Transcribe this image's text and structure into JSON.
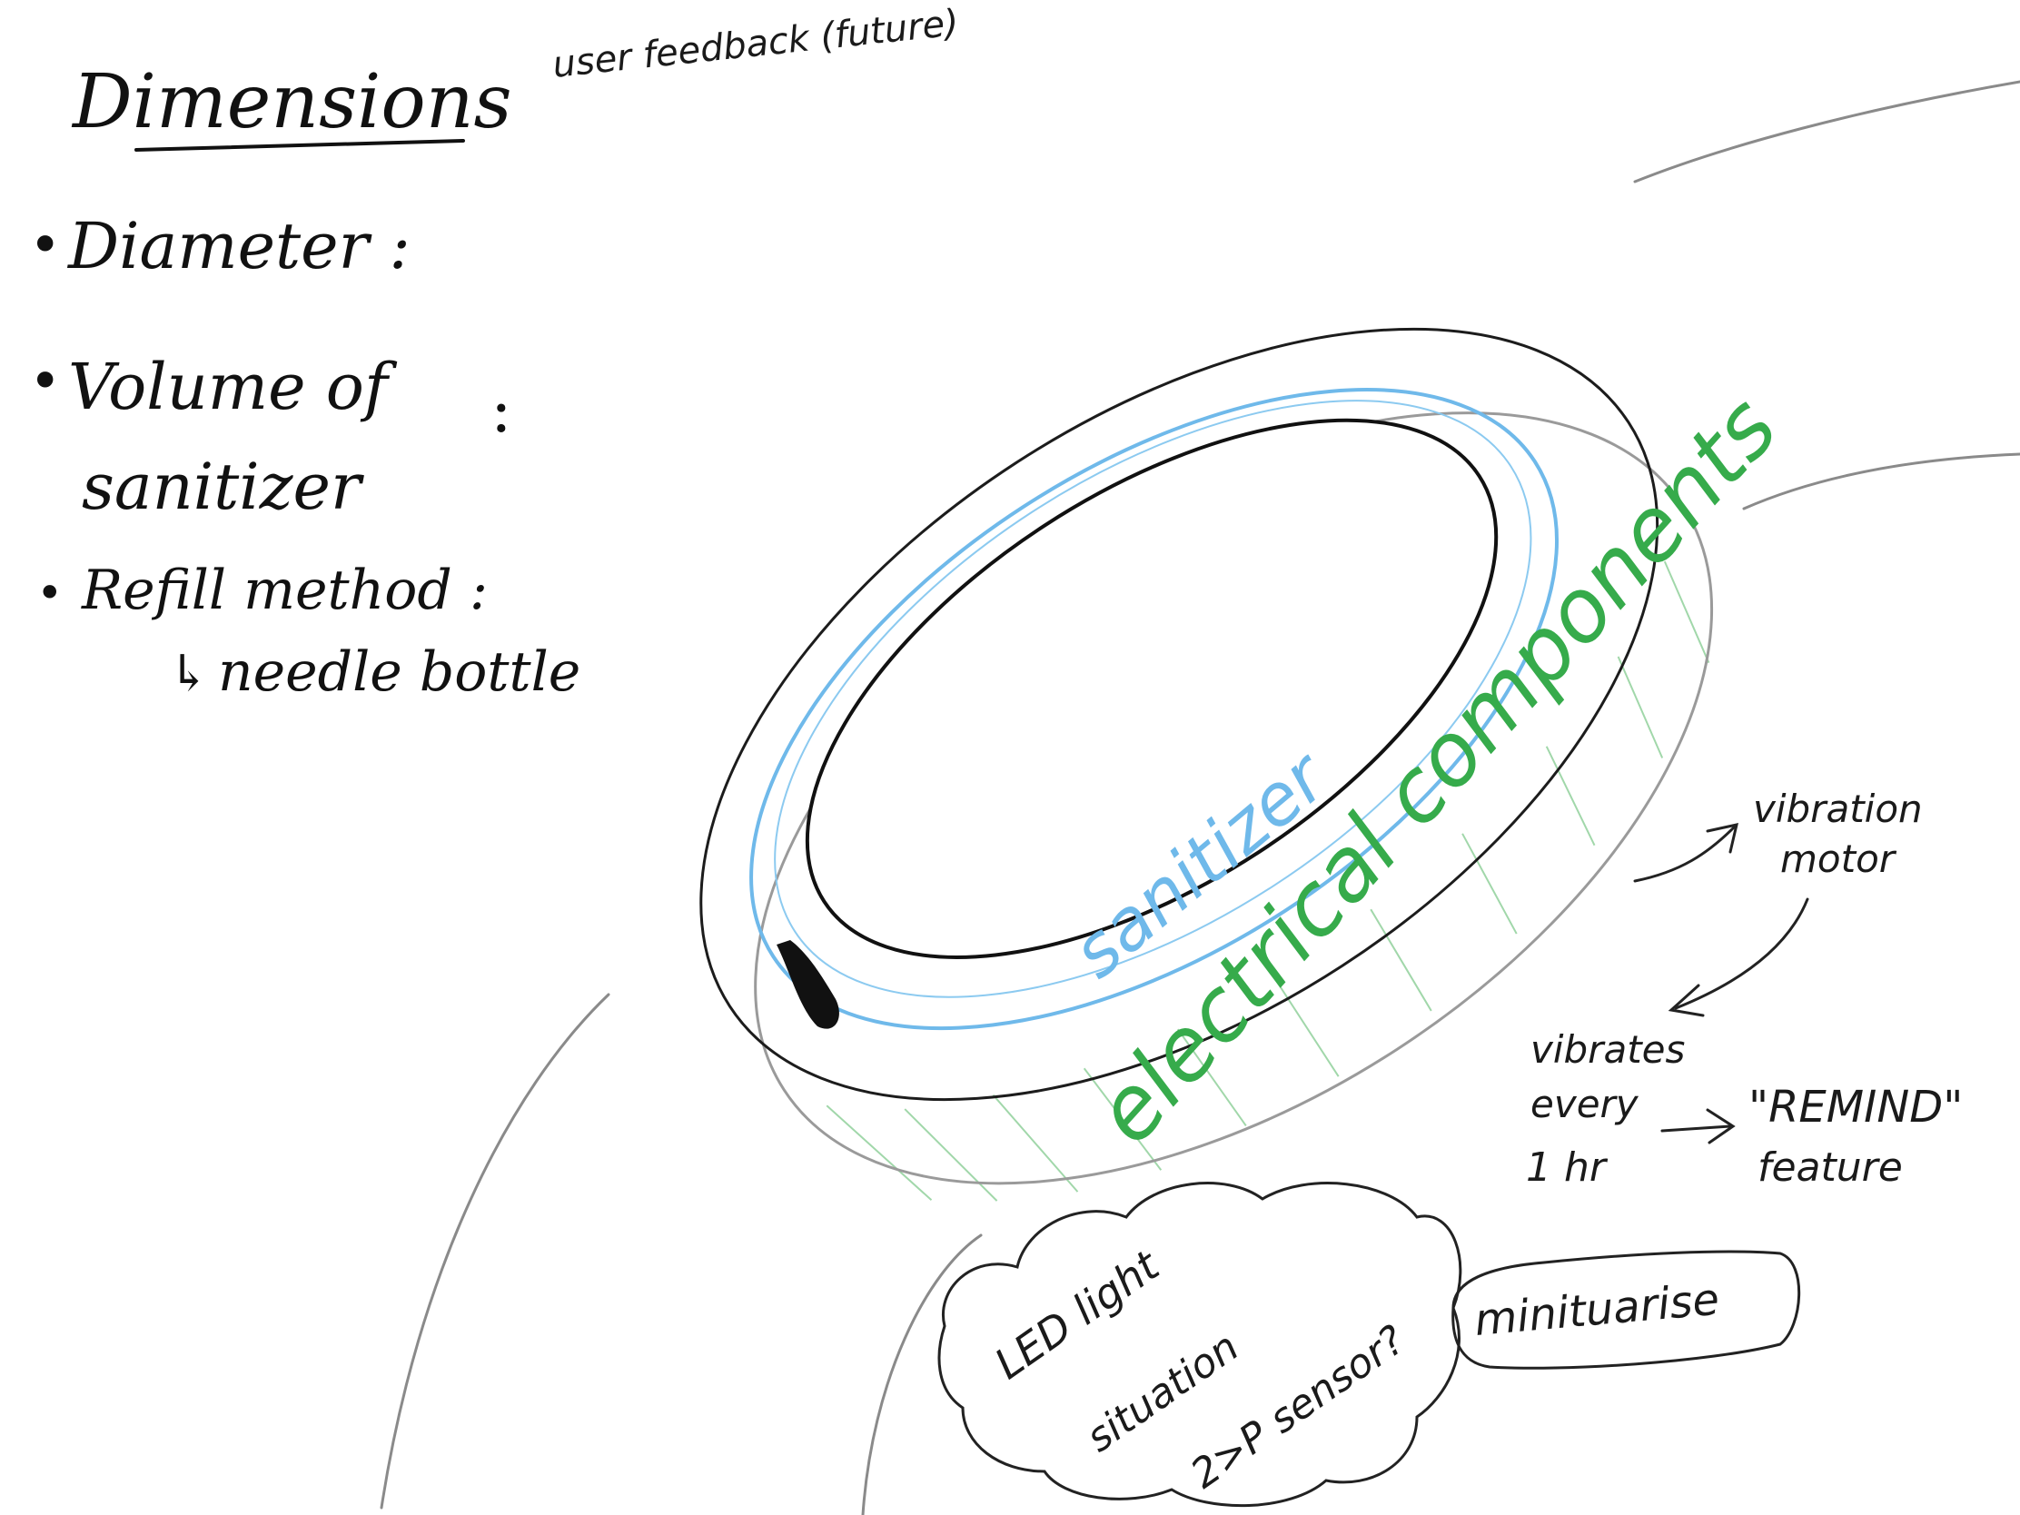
{
  "heading": "Dimensions",
  "top_note": "user feedback (future)",
  "notes": [
    {
      "bullet": "•",
      "text": "Diameter :"
    },
    {
      "bullet": "•",
      "text": "Volume of",
      "colon": ":",
      "continuation": "sanitizer"
    },
    {
      "bullet": "•",
      "text": "Refill method :",
      "sub_arrow": "↳",
      "sub_text": "needle bottle"
    }
  ],
  "ring_labels": {
    "sanitizer": "sanitizer",
    "electrical": "electrical components"
  },
  "annotations": {
    "vibration_motor_line1": "vibration",
    "vibration_motor_line2": "motor",
    "vibrates_line1": "vibrates",
    "vibrates_line2": "every",
    "vibrates_line3": "1 hr",
    "remind_line1": "\"REMIND\"",
    "remind_line2": "feature",
    "cloud_line1": "LED light",
    "cloud_line2": "situation",
    "cloud_line3": "2>P sensor?",
    "minituarise": "minituarise"
  },
  "colors": {
    "ink": "#111111",
    "pencil": "#9a9a9a",
    "sanitizer_blue": "#6fb9ea",
    "components_green": "#36ab4b"
  }
}
